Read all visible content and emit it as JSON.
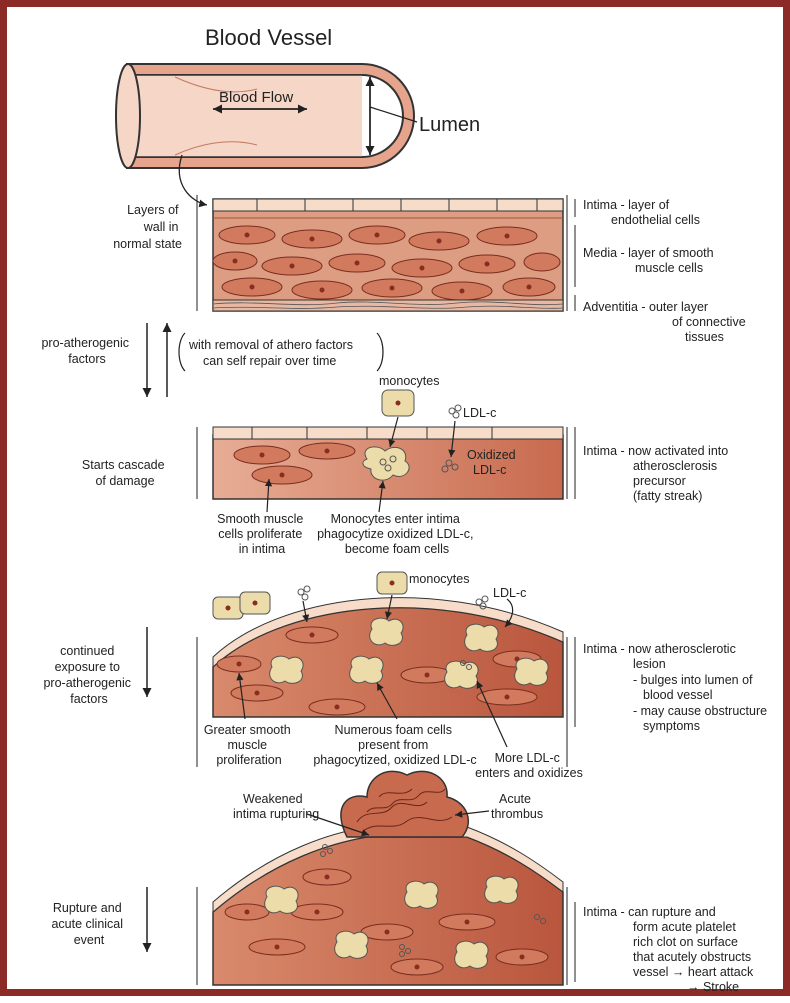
{
  "vessel": {
    "title": "Blood Vessel",
    "flow": "Blood Flow",
    "lumen": "Lumen"
  },
  "stage1": {
    "left": [
      "Layers of",
      "wall in",
      "normal state"
    ],
    "right_intima": [
      "Intima - layer of",
      "endothelial cells"
    ],
    "right_media": [
      "Media - layer of smooth",
      "muscle cells"
    ],
    "right_adventitia": [
      "Adventitia - outer layer",
      "of connective",
      "tissues"
    ]
  },
  "transition1": {
    "left": [
      "pro-atherogenic",
      "factors"
    ],
    "repair": [
      "with removal of athero factors",
      "can self repair over time"
    ]
  },
  "stage2": {
    "left": [
      "Starts cascade",
      "of damage"
    ],
    "monocytes": "monocytes",
    "ldl": "LDL-c",
    "oxidized": [
      "Oxidized",
      "LDL-c"
    ],
    "smc": [
      "Smooth muscle",
      "cells proliferate",
      "in intima"
    ],
    "foam": [
      "Monocytes enter intima",
      "phagocytize oxidized LDL-c,",
      "become foam cells"
    ],
    "right": [
      "Intima - now activated into",
      "atherosclerosis",
      "precursor",
      "(fatty streak)"
    ]
  },
  "stage3": {
    "left": [
      "continued",
      "exposure to",
      "pro-atherogenic",
      "factors"
    ],
    "monocytes": "monocytes",
    "ldl": "LDL-c",
    "smc": [
      "Greater smooth",
      "muscle",
      "proliferation"
    ],
    "foam": [
      "Numerous foam cells",
      "present from",
      "phagocytized, oxidized LDL-c"
    ],
    "more_ldl": [
      "More LDL-c",
      "enters and oxidizes"
    ],
    "right": [
      "Intima - now atherosclerotic",
      "lesion",
      "- bulges into lumen of",
      "blood vessel",
      "- may cause obstructure",
      "symptoms"
    ]
  },
  "stage4": {
    "left": [
      "Rupture and",
      "acute clinical",
      "event"
    ],
    "weakened": [
      "Weakened",
      "intima rupturing"
    ],
    "thrombus": [
      "Acute",
      "thrombus"
    ],
    "right": [
      "Intima - can rupture and",
      "form acute platelet",
      "rich clot on surface",
      "that acutely obstructs",
      "vessel → heart attack",
      "→ Stroke"
    ]
  },
  "colors": {
    "frame": "#8b2a26",
    "wall_light": "#f3d2c2",
    "wall_mid": "#dd9c80",
    "wall_dark": "#c86a4e",
    "muscle": "#d98266",
    "nucleus": "#8a2d20",
    "foam": "#ecdcaa",
    "endothelium": "#f6dcc9"
  }
}
